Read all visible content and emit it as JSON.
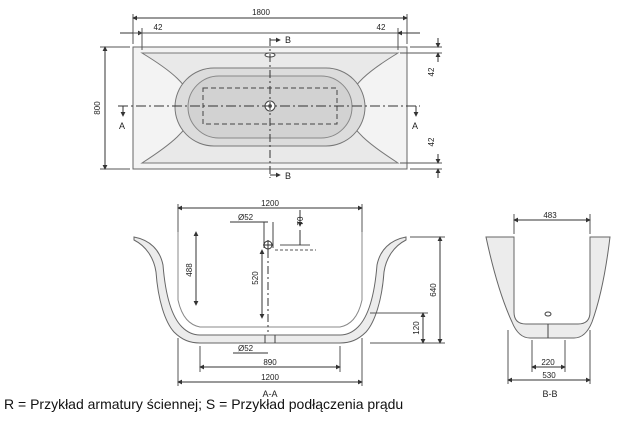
{
  "top_view": {
    "overall_length": "1800",
    "end_offset_left": "42",
    "end_offset_right": "42",
    "width": "800",
    "side_offset_top": "42",
    "side_offset_bottom": "42",
    "section_b_top": "B",
    "section_b_bottom": "B",
    "section_a_left": "A",
    "section_a_right": "A"
  },
  "section_a": {
    "inner_top_width": "1200",
    "drain_label_top": "Ø52",
    "drain_offset": "70",
    "height_left": "488",
    "height_mid": "520",
    "overall_height": "640",
    "foot_height": "120",
    "drain_label_bottom": "Ø52",
    "base_inner": "890",
    "base_outer": "1200",
    "label": "A-A"
  },
  "section_b": {
    "top_width": "483",
    "base_inner": "220",
    "base_outer": "530",
    "label": "B-B"
  },
  "legend": "R = Przykład armatury ściennej; S = Przykład podłączenia prądu"
}
